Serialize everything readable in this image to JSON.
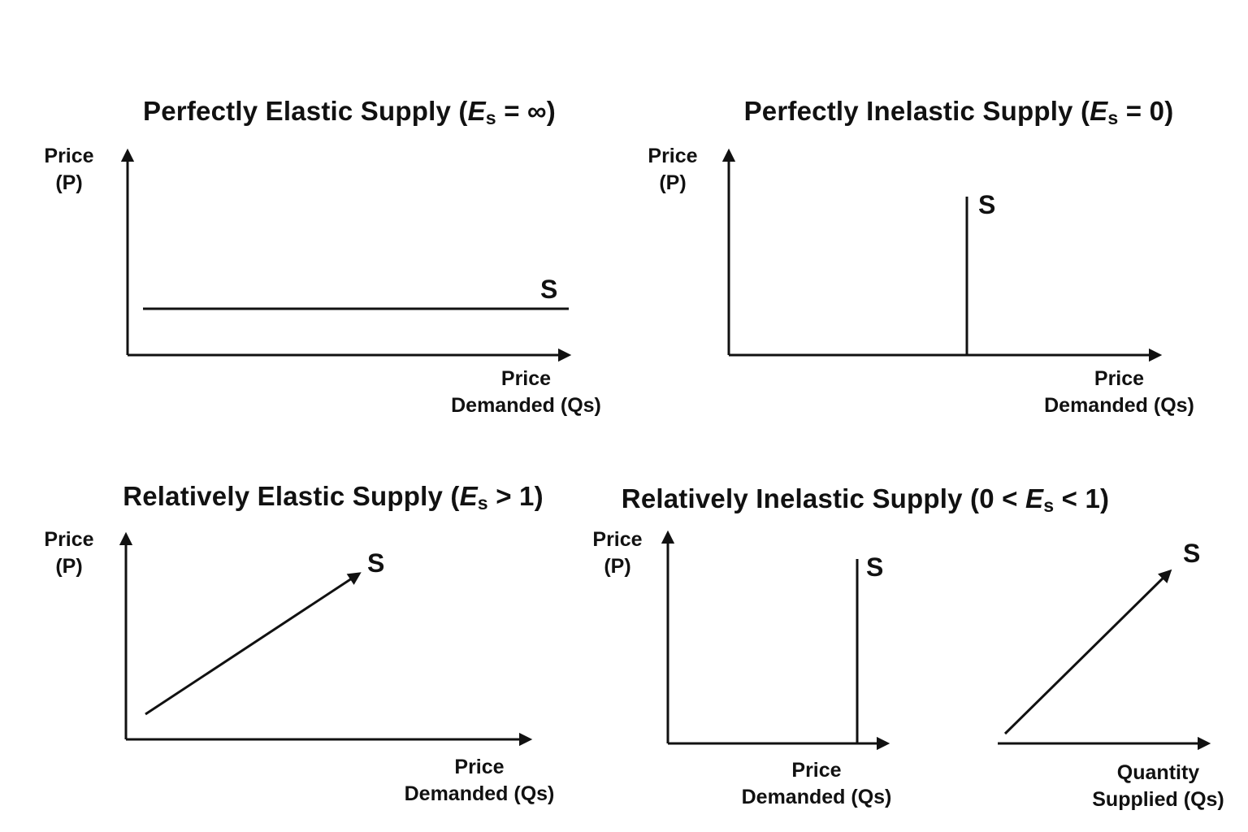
{
  "page": {
    "background": "#ffffff",
    "ink": "#111111"
  },
  "panels": [
    {
      "id": "perfectly-elastic-supply",
      "title": {
        "pre": "Perfectly Elastic Supply (",
        "var": "E",
        "sub": "s",
        "post": " = ∞)"
      },
      "y_label": {
        "line1": "Price",
        "line2": "(P)"
      },
      "x_label": {
        "line1": "Price",
        "line2": "Demanded (Qs)"
      },
      "curve_label": "S",
      "curve_type": "horizontal"
    },
    {
      "id": "perfectly-inelastic-supply",
      "title": {
        "pre": "Perfectly Inelastic Supply (",
        "var": "E",
        "sub": "s",
        "post": " = 0)"
      },
      "y_label": {
        "line1": "Price",
        "line2": "(P)"
      },
      "x_label": {
        "line1": "Price",
        "line2": "Demanded (Qs)"
      },
      "curve_label": "S",
      "curve_type": "vertical"
    },
    {
      "id": "relatively-elastic-supply",
      "title": {
        "pre": "Relatively Elastic Supply (",
        "var": "E",
        "sub": "s",
        "post": " > 1)"
      },
      "y_label": {
        "line1": "Price",
        "line2": "(P)"
      },
      "x_label": {
        "line1": "Price",
        "line2": "Demanded (Qs)"
      },
      "curve_label": "S",
      "curve_type": "upward-sloping"
    },
    {
      "id": "relatively-inelastic-supply",
      "title": {
        "pre": "Relatively Inelastic Supply (0 < ",
        "var": "E",
        "sub": "s",
        "post": " < 1)"
      },
      "y_label": {
        "line1": "Price",
        "line2": "(P)"
      },
      "x_label": {
        "line1": "Price",
        "line2": "Demanded (Qs)"
      },
      "curve_label": "S",
      "curve_type": "vertical"
    },
    {
      "id": "quantity-supplied-panel",
      "x_label": {
        "line1": "Quantity",
        "line2": "Supplied (Qs)"
      },
      "curve_label": "S",
      "curve_type": "steep-upward-sloping"
    }
  ]
}
